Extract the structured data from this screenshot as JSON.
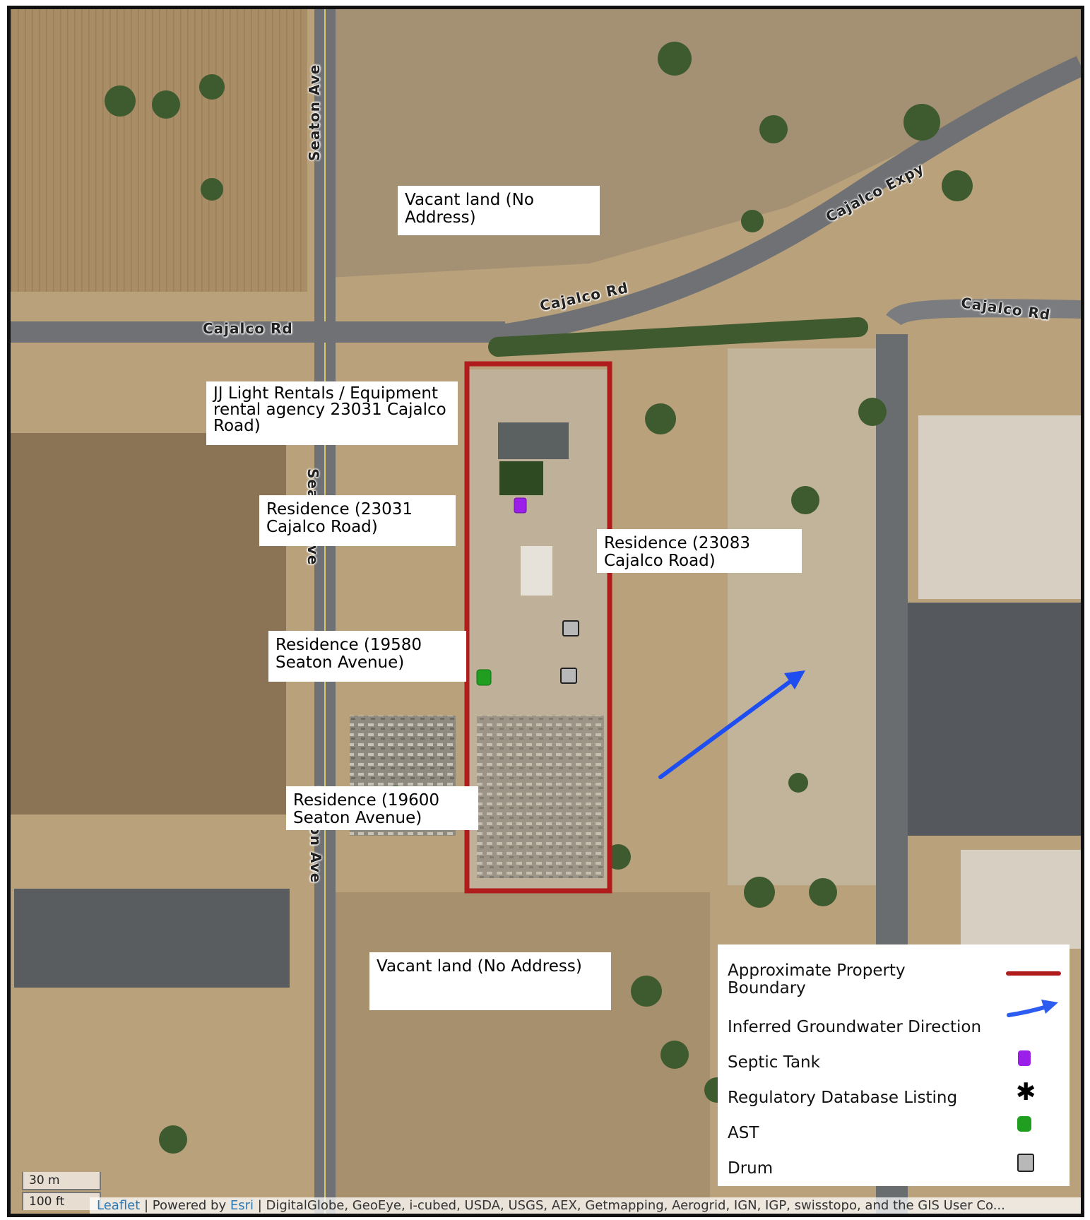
{
  "map": {
    "roads": {
      "seaton_north": "Seaton Ave",
      "seaton_mid": "Seaton Ave",
      "seaton_south": "Seaton Ave",
      "cajalco_west": "Cajalco Rd",
      "cajalco_curve": "Cajalco Rd",
      "cajalco_east": "Cajalco Rd",
      "cajalco_expy": "Cajalco Expy"
    },
    "labels": {
      "vacant_north": "Vacant land (No\nAddress)",
      "jj_light": "JJ Light Rentals / Equipment\nrental agency 23031 Cajalco\nRoad)",
      "res_23031": "Residence (23031\nCajalco Road)",
      "res_23083": "Residence (23083\nCajalco Road)",
      "res_19580": "Residence (19580\nSeaton Avenue)",
      "res_19600": "Residence (19600\nSeaton Avenue)",
      "vacant_south": "Vacant land (No Address)"
    },
    "boundary_color": "#b01c1c",
    "groundwater_arrow_color": "#1e4df0",
    "septic_color": "#9b1fe8",
    "ast_color": "#1f9e1f",
    "drum_color": "#b8b8b8"
  },
  "legend": {
    "items": [
      {
        "label": "Approximate Property\nBoundary",
        "symbol": "boundary-line"
      },
      {
        "label": "Inferred Groundwater Direction",
        "symbol": "blue-arrow"
      },
      {
        "label": "Septic Tank",
        "symbol": "purple-cylinder"
      },
      {
        "label": "Regulatory Database Listing",
        "symbol": "asterisk"
      },
      {
        "label": "AST",
        "symbol": "green-cylinder"
      },
      {
        "label": "Drum",
        "symbol": "gray-drum"
      }
    ]
  },
  "scale": {
    "metric": "30 m",
    "imperial": "100 ft"
  },
  "attribution": {
    "leaflet": "Leaflet",
    "sep1": " | Powered by ",
    "esri": "Esri",
    "rest": " | DigitalGlobe, GeoEye, i-cubed, USDA, USGS, AEX, Getmapping, Aerogrid, IGN, IGP, swisstopo, and the GIS User Co..."
  }
}
